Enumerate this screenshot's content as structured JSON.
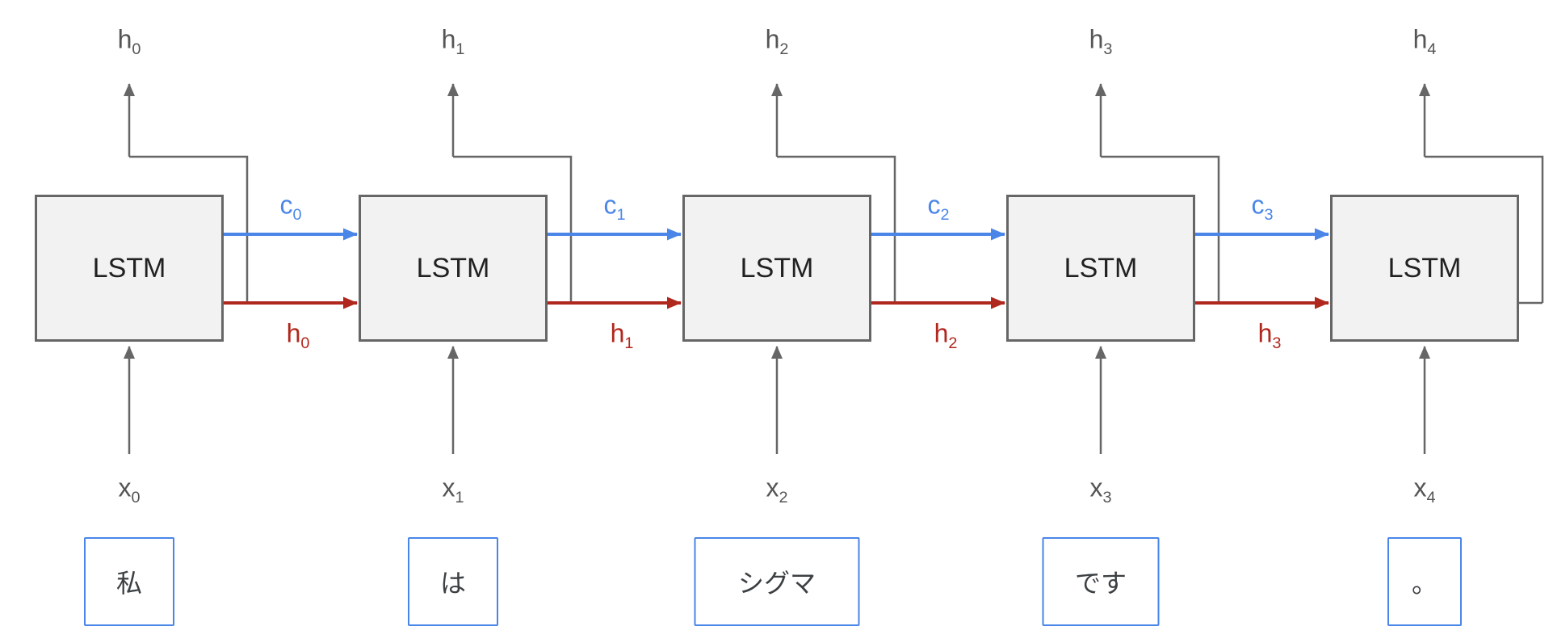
{
  "colors": {
    "blue": "#4a86e8",
    "red": "#b0271d",
    "gray": "#666666",
    "box-fill": "#f2f2f2",
    "box-border": "#666666",
    "token-border": "#4a86e8",
    "text": "#212121",
    "label": "#555555"
  },
  "cells": [
    {
      "box_label": "LSTM",
      "output_var": "h",
      "output_sub": "0",
      "input_var": "x",
      "input_sub": "0",
      "token": "私"
    },
    {
      "box_label": "LSTM",
      "output_var": "h",
      "output_sub": "1",
      "input_var": "x",
      "input_sub": "1",
      "token": "は"
    },
    {
      "box_label": "LSTM",
      "output_var": "h",
      "output_sub": "2",
      "input_var": "x",
      "input_sub": "2",
      "token": "シグマ"
    },
    {
      "box_label": "LSTM",
      "output_var": "h",
      "output_sub": "3",
      "input_var": "x",
      "input_sub": "3",
      "token": "です"
    },
    {
      "box_label": "LSTM",
      "output_var": "h",
      "output_sub": "4",
      "input_var": "x",
      "input_sub": "4",
      "token": "。"
    }
  ],
  "connections": [
    {
      "cell_var": "c",
      "cell_sub": "0",
      "hidden_var": "h",
      "hidden_sub": "0"
    },
    {
      "cell_var": "c",
      "cell_sub": "1",
      "hidden_var": "h",
      "hidden_sub": "1"
    },
    {
      "cell_var": "c",
      "cell_sub": "2",
      "hidden_var": "h",
      "hidden_sub": "2"
    },
    {
      "cell_var": "c",
      "cell_sub": "3",
      "hidden_var": "h",
      "hidden_sub": "3"
    }
  ]
}
